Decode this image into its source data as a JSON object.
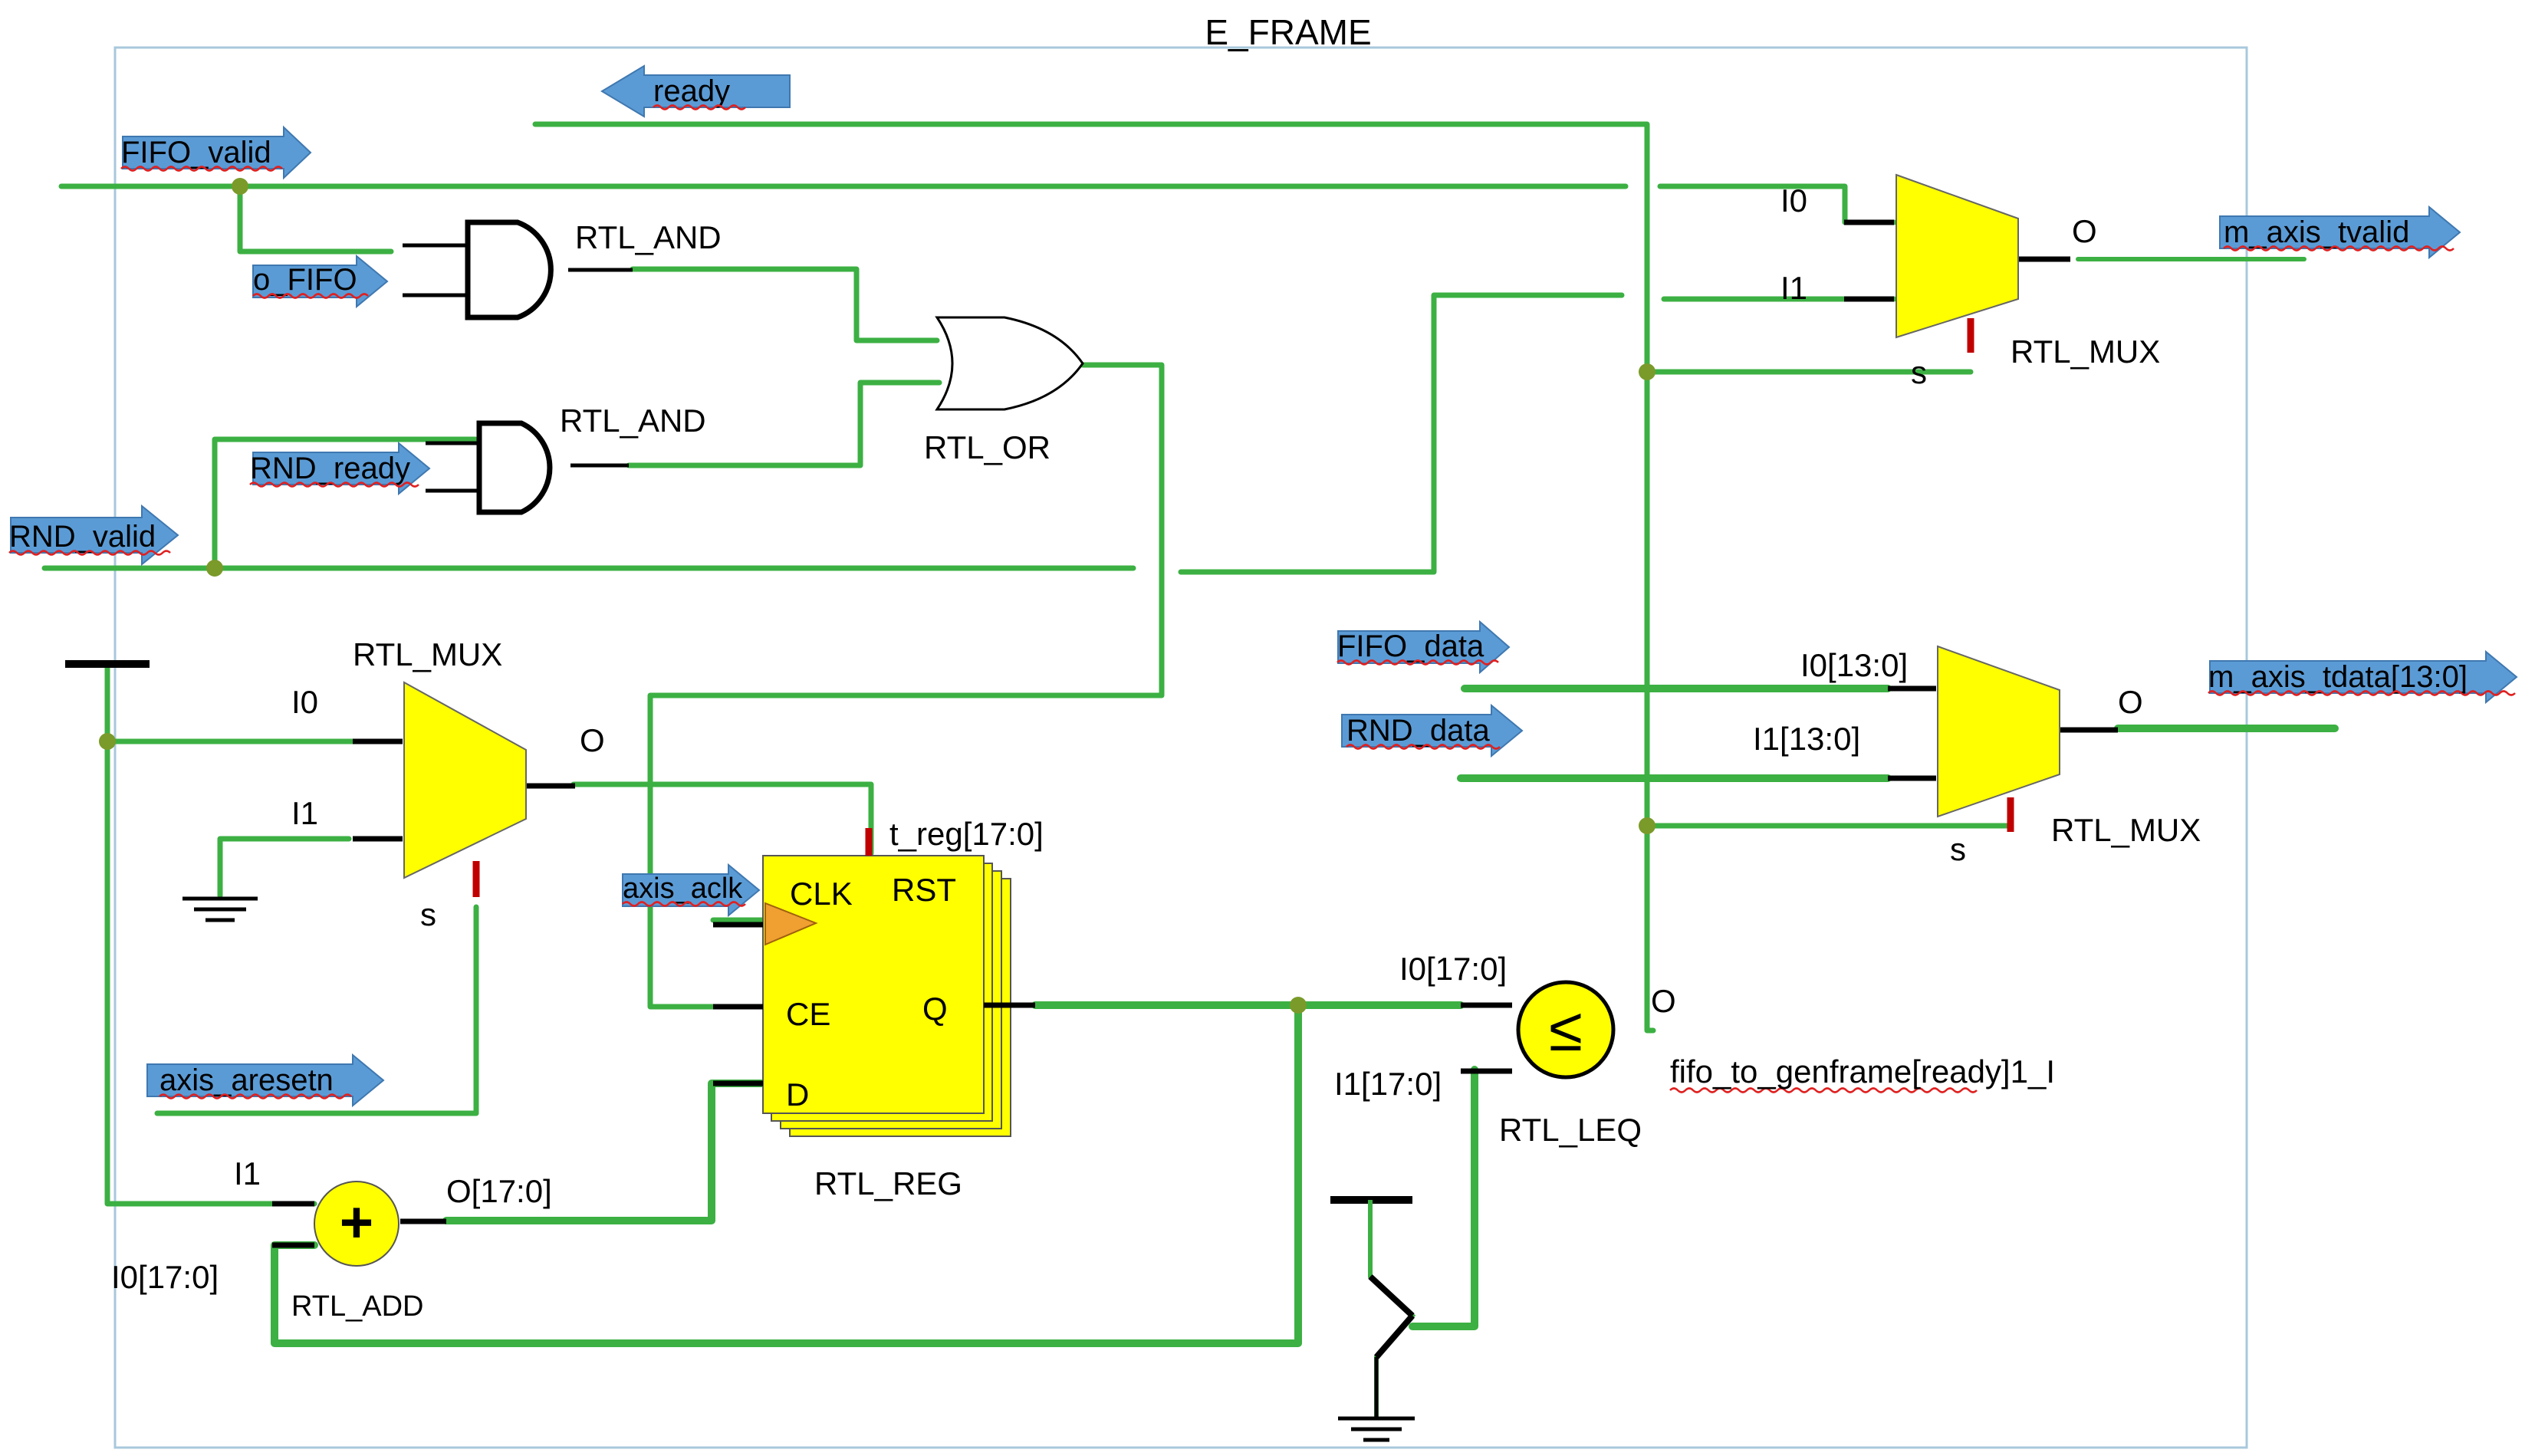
{
  "frame": {
    "title": "E_FRAME"
  },
  "signals": {
    "ready": "ready",
    "fifo_valid": "FIFO_valid",
    "o_fifo": "o_FIFO",
    "rnd_ready": "RND_ready",
    "rnd_valid": "RND_valid",
    "axis_aresetn": "axis_aresetn",
    "axis_aclk": "axis_aclk",
    "fifo_data": "FIFO_data",
    "rnd_data": "RND_data",
    "m_axis_tvalid": "m_axis_tvalid",
    "m_axis_tdata": "m_axis_tdata[13:0]"
  },
  "blocks": {
    "and1": {
      "label": "RTL_AND"
    },
    "and2": {
      "label": "RTL_AND"
    },
    "or1": {
      "label": "RTL_OR"
    },
    "mux_left": {
      "label": "RTL_MUX",
      "i0": "I0",
      "i1": "I1",
      "o": "O",
      "s": "s"
    },
    "mux_top": {
      "label": "RTL_MUX",
      "i0": "I0",
      "i1": "I1",
      "o": "O",
      "s": "s"
    },
    "mux_data": {
      "label": "RTL_MUX",
      "i0": "I0[13:0]",
      "i1": "I1[13:0]",
      "o": "O",
      "s": "s"
    },
    "reg": {
      "label": "RTL_REG",
      "name": "t_reg[17:0]",
      "clk": "CLK",
      "rst": "RST",
      "ce": "CE",
      "q": "Q",
      "d": "D"
    },
    "add": {
      "label": "RTL_ADD",
      "i1": "I1",
      "i0": "I0[17:0]",
      "o": "O[17:0]",
      "symbol": "+"
    },
    "leq": {
      "label": "RTL_LEQ",
      "i0": "I0[17:0]",
      "i1": "I1[17:0]",
      "o": "O",
      "out_name": "fifo_to_genframe[ready]1_I",
      "symbol": "≤"
    }
  },
  "colors": {
    "wire": "#3cb043",
    "port": "#5b9bd5",
    "block": "#ffff00",
    "select": "#c00000",
    "junction": "#7a9a2a",
    "frame": "#a8c8dc",
    "clk_marker": "#f0a030"
  }
}
